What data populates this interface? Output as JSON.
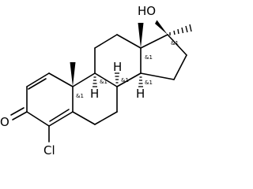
{
  "atoms": {
    "hydroxyl": "HO",
    "oxygen": "O",
    "chlorine": "Cl",
    "hydrogen": "H"
  },
  "stereo_tag": "&1",
  "colors": {
    "ink": "#000000",
    "background": "#ffffff"
  }
}
